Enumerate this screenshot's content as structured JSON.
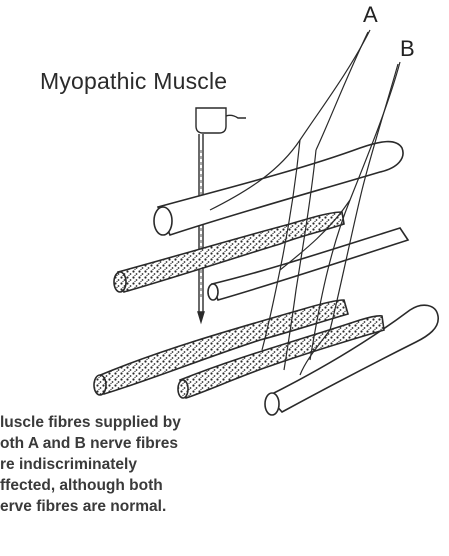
{
  "figure": {
    "title": "Myopathic Muscle",
    "nerve_labels": [
      "A",
      "B"
    ],
    "caption_lines": [
      "luscle fibres supplied by",
      "oth A and B nerve fibres",
      "re indiscriminately",
      "ffected, although both",
      "erve fibres are normal."
    ]
  },
  "colors": {
    "ink": "#2a2a2a",
    "caption_text": "#3a3a3a",
    "background": "#ffffff"
  }
}
